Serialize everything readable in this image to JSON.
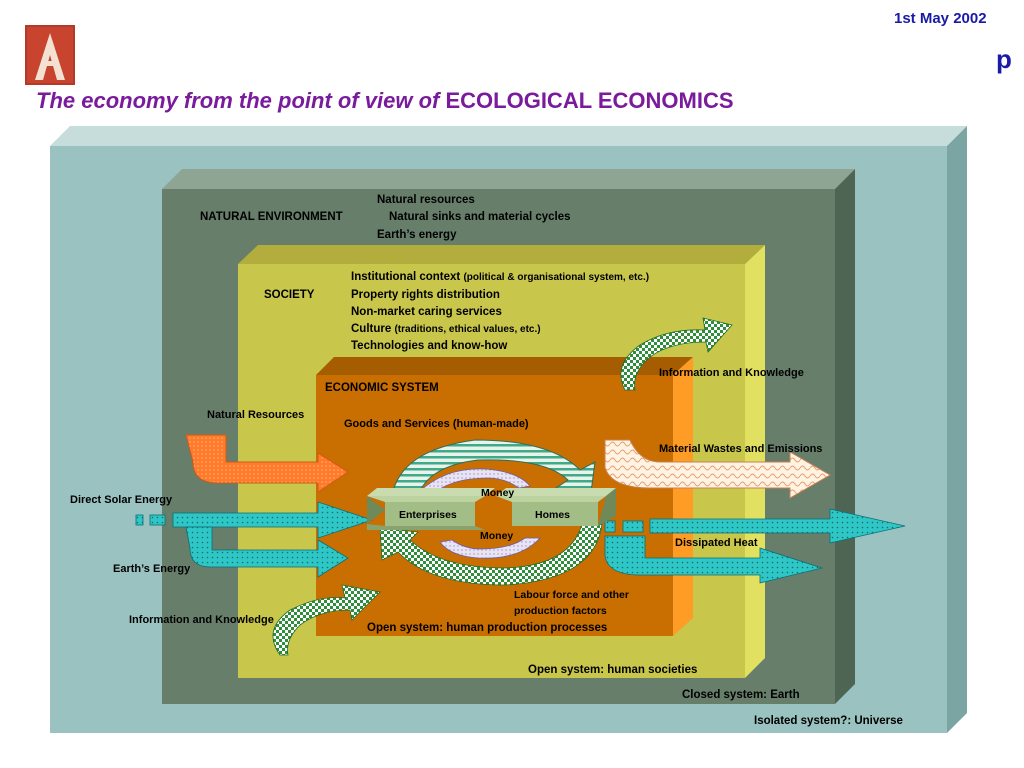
{
  "header": {
    "date": "1st  May 2002",
    "page_char": "p",
    "title_italic": "The economy from the point of view of",
    "title_caps": "ECOLOGICAL ECONOMICS"
  },
  "colors": {
    "title": "#7a1a9c",
    "date": "#1a1aa8",
    "universe": "#99c2c0",
    "earth": "#677e6b",
    "society": "#c9c64c",
    "economy": "#c96e00"
  },
  "environment": {
    "label": "NATURAL ENVIRONMENT",
    "items": [
      "Natural resources",
      "Natural sinks and material cycles",
      "Earth’s energy"
    ]
  },
  "society": {
    "label": "SOCIETY",
    "items": [
      {
        "text": "Institutional context",
        "note": "(political & organisational system, etc.)"
      },
      {
        "text": "Property rights distribution",
        "note": ""
      },
      {
        "text": "Non-market caring services",
        "note": ""
      },
      {
        "text": "Culture",
        "note": "(traditions, ethical values, etc.)"
      },
      {
        "text": "Technologies and know-how",
        "note": ""
      }
    ]
  },
  "economy": {
    "label": "ECONOMIC SYSTEM",
    "goods": "Goods and Services (human-made)",
    "money_top": "Money",
    "money_bottom": "Money",
    "enterprises": "Enterprises",
    "homes": "Homes",
    "labour": "Labour force and other",
    "labour2": "production factors",
    "open_production": "Open system: human production processes"
  },
  "flows": {
    "natural_resources": "Natural Resources",
    "direct_solar": "Direct Solar Energy",
    "earths_energy": "Earth’s Energy",
    "info_left": "Information and Knowledge",
    "info_right": "Information and Knowledge",
    "material_wastes": "Material Wastes and Emissions",
    "dissipated_heat": "Dissipated Heat"
  },
  "systems": {
    "societies": "Open system: human societies",
    "earth": "Closed system: Earth",
    "universe": "Isolated system?: Universe"
  }
}
